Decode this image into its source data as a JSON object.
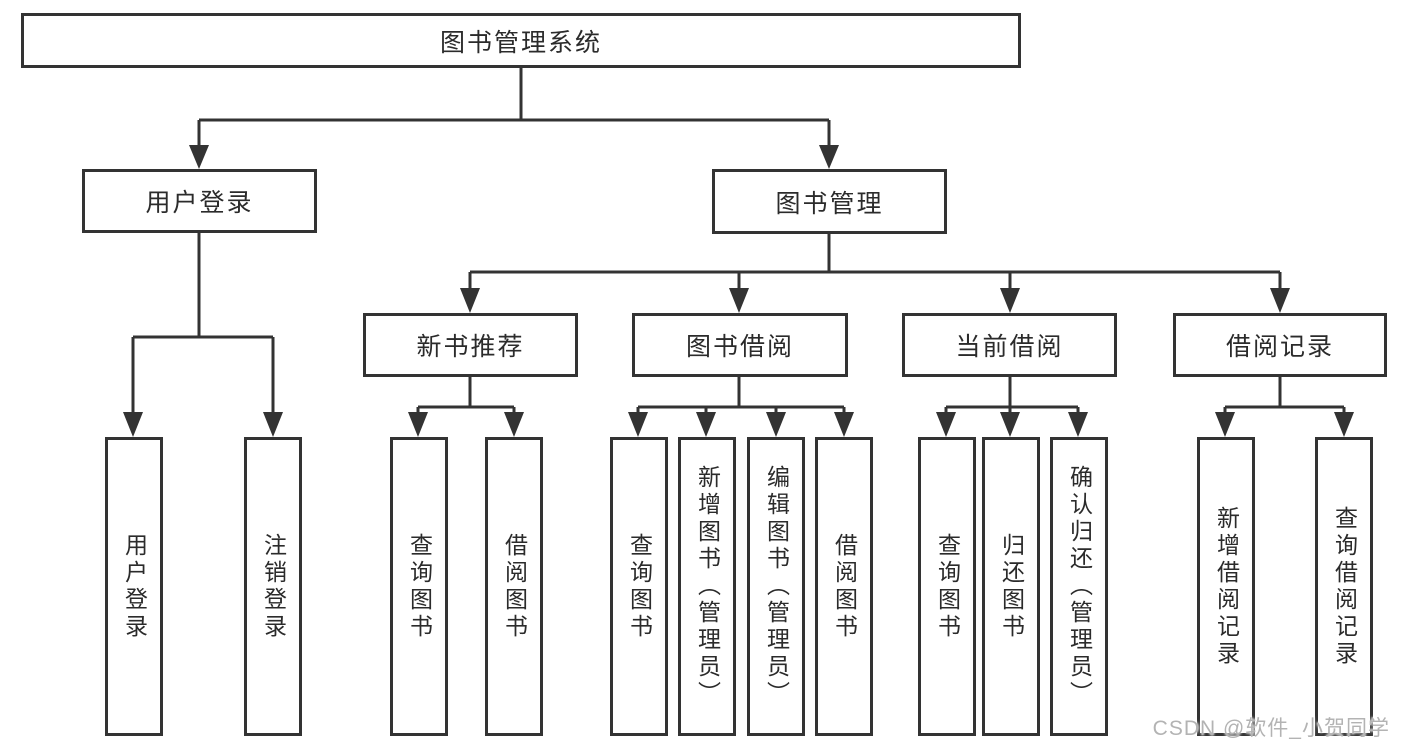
{
  "diagram": {
    "title": "图书管理系统",
    "level2": {
      "user_login": "用户登录",
      "book_management": "图书管理"
    },
    "level3": {
      "new_book_recommend": "新书推荐",
      "book_borrow": "图书借阅",
      "current_borrow": "当前借阅",
      "borrow_records": "借阅记录"
    },
    "leaves": {
      "login": "用户登录",
      "logout": "注销登录",
      "recommend_query_book": "查询图书",
      "recommend_borrow_book": "借阅图书",
      "borrow_query_book": "查询图书",
      "borrow_add_book": "新增图书（管理员）",
      "borrow_edit_book": "编辑图书（管理员）",
      "borrow_borrow_book": "借阅图书",
      "current_query_book": "查询图书",
      "current_return_book": "归还图书",
      "current_confirm_return": "确认归还（管理员）",
      "records_add_record": "新增借阅记录",
      "records_query_record": "查询借阅记录"
    }
  },
  "watermark": "CSDN @软件_小贺同学",
  "colors": {
    "line": "#333333",
    "text": "#2b2b2b",
    "background": "#ffffff",
    "watermark": "#b3b3b3"
  }
}
